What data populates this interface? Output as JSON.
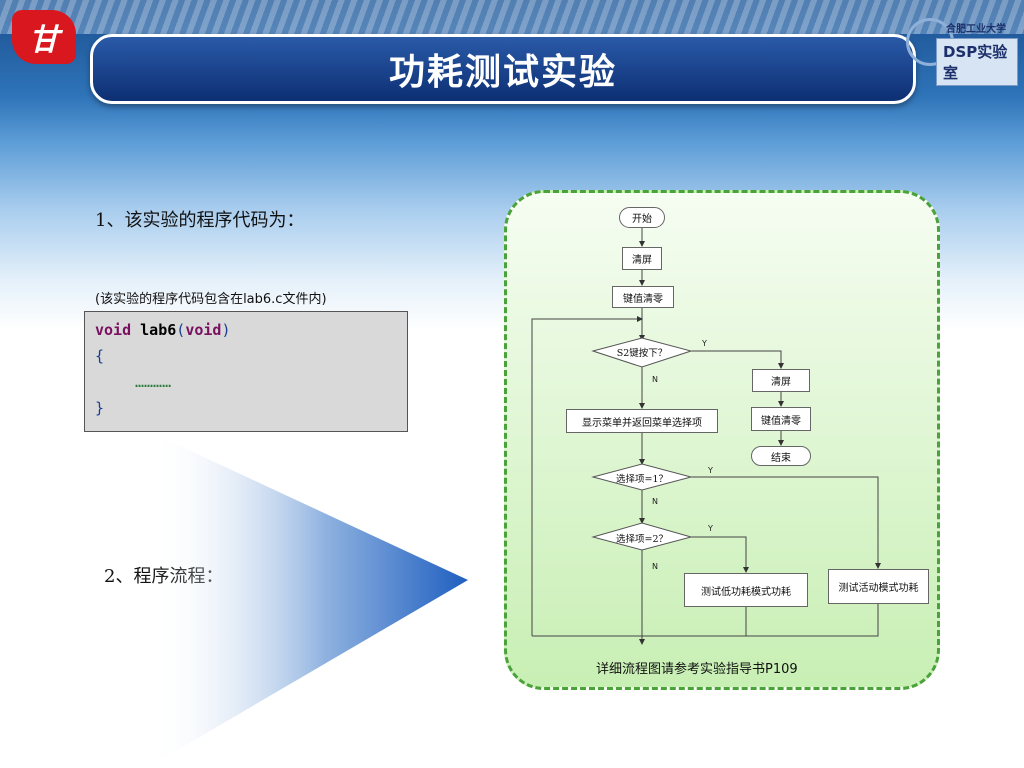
{
  "slide": {
    "title": "功耗测试实验",
    "logo_left_text": "甘",
    "logo_right_line1": "合肥工业大学",
    "logo_right_line2": "DSP实验室"
  },
  "content": {
    "heading1": "1、该实验的程序代码为：",
    "note": "(该实验的程序代码包含在lab6.c文件内)",
    "code": {
      "kw1": "void",
      "fn": " lab6",
      "open": "(",
      "kw2": "void",
      "close": ")",
      "brace_open": "{",
      "dots": "…………",
      "brace_close": "}"
    },
    "heading2": "2、程序流程："
  },
  "flowchart": {
    "start": "开始",
    "clear1": "清屏",
    "reset1": "键值清零",
    "cond1": "S2键按下？",
    "clear2": "清屏",
    "reset2": "键值清零",
    "end": "结束",
    "menu": "显示菜单并返回菜单选择项",
    "cond2": "选择项=1？",
    "cond3": "选择项=2？",
    "lowpower": "测试低功耗模式功耗",
    "active": "测试活动模式功耗",
    "yes": "Y",
    "no": "N",
    "reference": "详细流程图请参考实验指导书P109"
  },
  "colors": {
    "title_bar": "#0d2f73",
    "panel_border": "#4aa33a",
    "panel_fill": "#c8efb4",
    "keyword": "#7a1060"
  }
}
